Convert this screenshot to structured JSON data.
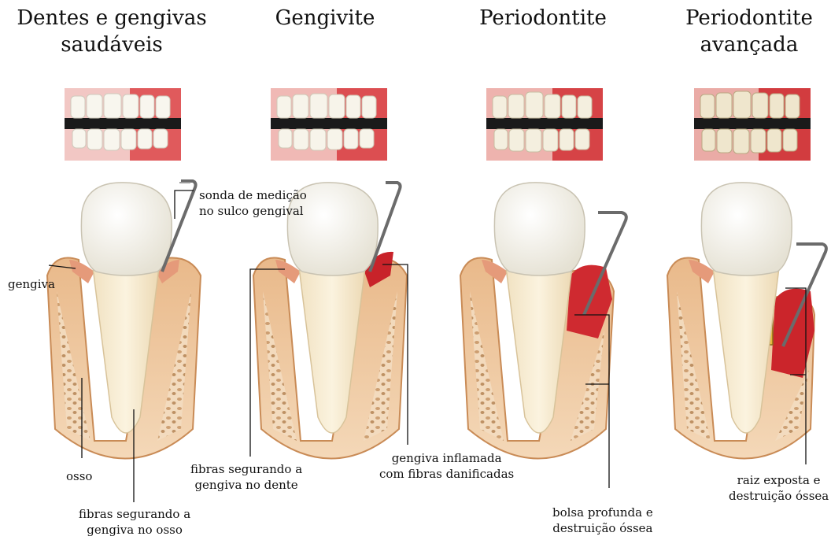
{
  "stages": [
    {
      "title": "Dentes e gengivas\nsaudáveis"
    },
    {
      "title": "Gengivite"
    },
    {
      "title": "Periodontite"
    },
    {
      "title": "Periodontite\navançada"
    }
  ],
  "labels": {
    "probe": "sonda de medição\nno sulco gengival",
    "gum": "gengiva",
    "bone": "osso",
    "fibers_bone": "fibras segurando a\ngengiva no osso",
    "fibers_tooth": "fibras segurando a\ngengiva no dente",
    "inflamed_gum": "gengiva inflamada\ncom fibras danificadas",
    "deep_pocket": "bolsa profunda e\ndestruição óssea",
    "exposed_root": "raiz exposta e\ndestruição óssea"
  }
}
